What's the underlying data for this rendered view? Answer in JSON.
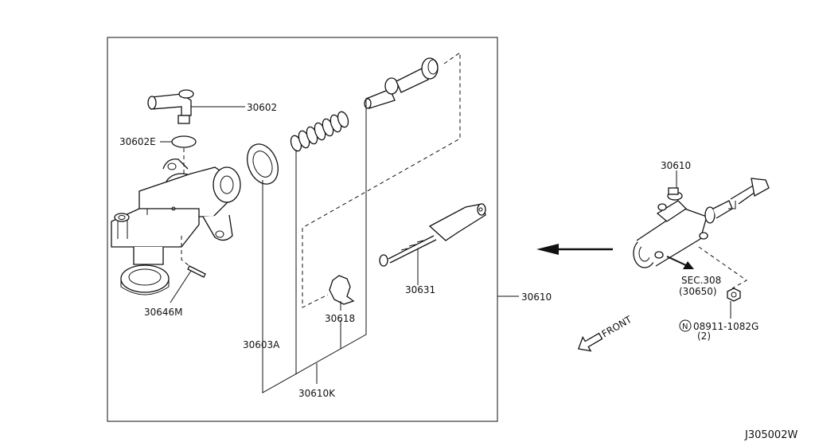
{
  "labels": {
    "p30602": "30602",
    "p30602e": "30602E",
    "p30646m": "30646M",
    "p30603a": "30603A",
    "p30618": "30618",
    "p30610k": "30610K",
    "p30631": "30631",
    "p30610_box": "30610",
    "p30610_small": "30610",
    "sec": "SEC.308",
    "sec_ref": "(30650)",
    "bolt_symbol": "N",
    "bolt": "08911-1082G",
    "bolt_qty": "(2)",
    "front": "FRONT",
    "diagram_id": "J305002W"
  }
}
